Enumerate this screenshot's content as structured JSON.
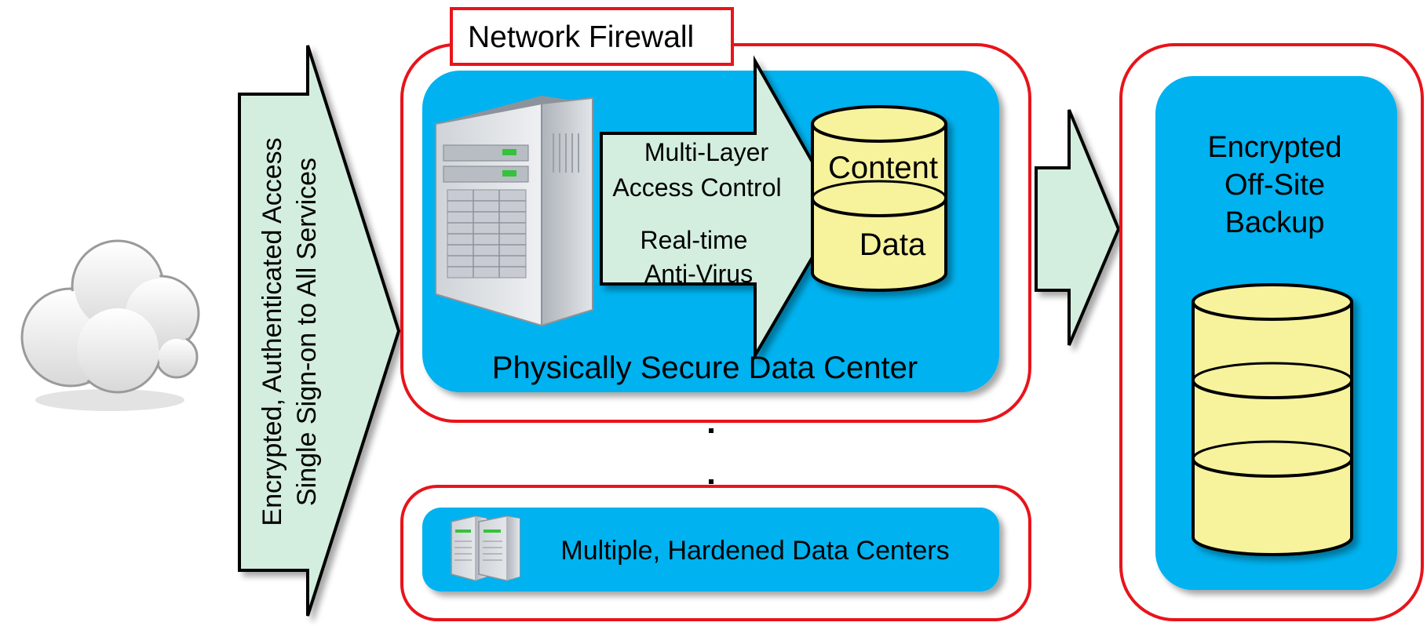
{
  "labels": {
    "network_firewall": "Network Firewall",
    "access_line1": "Encrypted, Authenticated Access",
    "access_line2": "Single Sign-on to All Services",
    "multi_layer_line1": "Multi-Layer",
    "multi_layer_line2": "Access Control",
    "antivirus_line1": "Real-time",
    "antivirus_line2": "Anti-Virus",
    "content": "Content",
    "data": "Data",
    "physically_secure": "Physically Secure Data Center",
    "multiple_centers": "Multiple, Hardened Data Centers",
    "backup_line1": "Encrypted",
    "backup_line2": "Off-Site",
    "backup_line3": "Backup"
  },
  "colors": {
    "firewall_border": "#e8141b",
    "panel_blue": "#00b2ef",
    "arrow_fill": "#d3eedf",
    "cylinder_fill": "#f7f29c",
    "cloud_fill": "#f2f2f2"
  },
  "icons": {
    "cloud": "cloud-icon",
    "server_tower": "server-tower-icon",
    "server_pair": "server-pair-icon",
    "database": "database-icon"
  }
}
